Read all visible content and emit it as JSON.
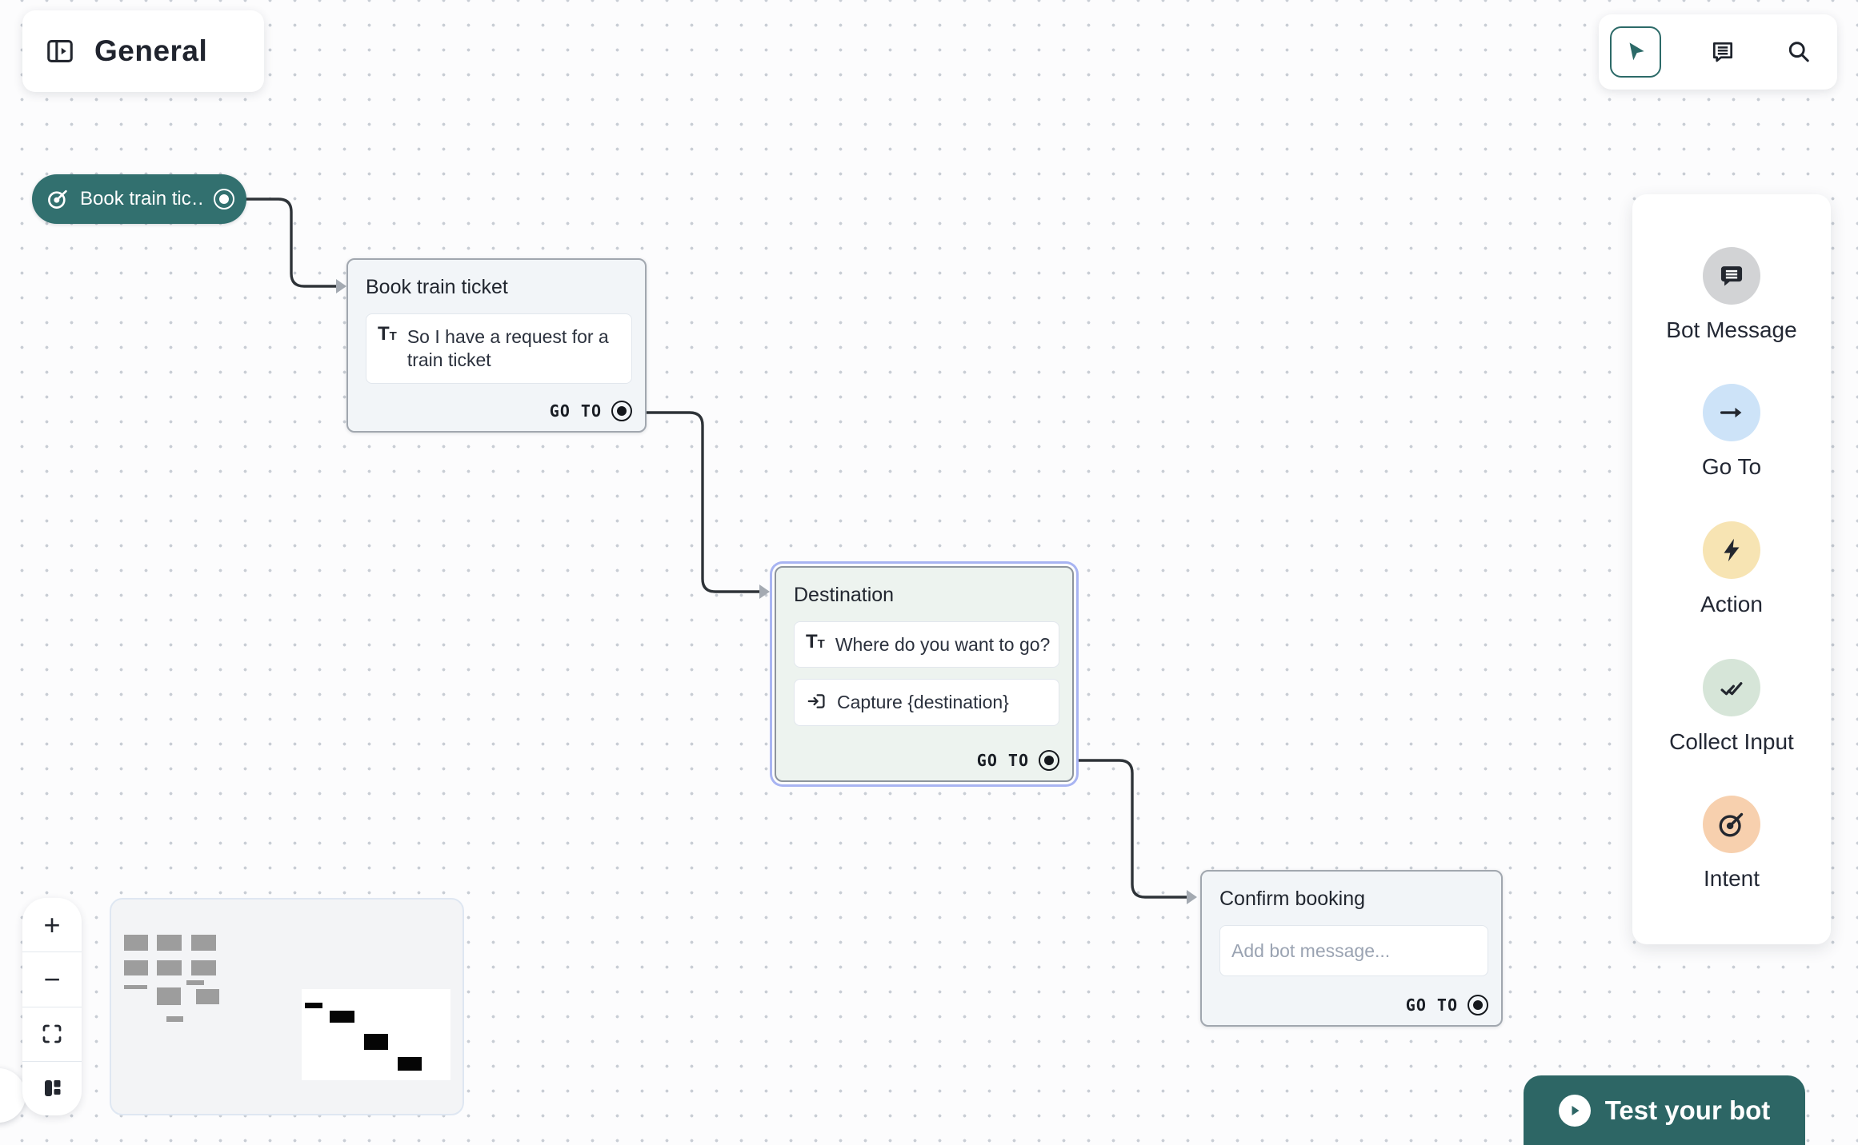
{
  "app": {
    "flow_title": "General"
  },
  "toolbar": {
    "icons": [
      {
        "name": "cursor-icon",
        "selected": true
      },
      {
        "name": "comment-icon",
        "selected": false
      },
      {
        "name": "search-icon",
        "selected": false
      }
    ]
  },
  "canvas": {
    "intent_pill": {
      "label": "Book train tic…",
      "icon": "intent-icon"
    },
    "nodes": [
      {
        "title": "Book train ticket",
        "selected": false,
        "steps": [
          {
            "icon": "text-icon",
            "text": "So I have a request for a train ticket"
          }
        ],
        "go_to_label": "GO TO"
      },
      {
        "title": "Destination",
        "selected": true,
        "steps": [
          {
            "icon": "text-icon",
            "text": "Where do you want to go?"
          },
          {
            "icon": "capture-icon",
            "text": "Capture {destination}"
          }
        ],
        "go_to_label": "GO TO"
      },
      {
        "title": "Confirm booking",
        "selected": false,
        "steps": [
          {
            "icon": "none",
            "placeholder": "Add bot message..."
          }
        ],
        "go_to_label": "GO TO"
      }
    ]
  },
  "palette": {
    "items": [
      {
        "label": "Bot Message",
        "icon": "bot-message-icon",
        "circle_color": "#d2d3d5"
      },
      {
        "label": "Go To",
        "icon": "go-to-icon",
        "circle_color": "#cde3f8"
      },
      {
        "label": "Action",
        "icon": "action-icon",
        "circle_color": "#f7e4b3"
      },
      {
        "label": "Collect Input",
        "icon": "collect-input-icon",
        "circle_color": "#d6e5d8"
      },
      {
        "label": "Intent",
        "icon": "intent-icon",
        "circle_color": "#f7d0ae"
      }
    ]
  },
  "zoom_controls": {
    "buttons": [
      {
        "name": "zoom-in",
        "glyph": "+"
      },
      {
        "name": "zoom-out",
        "glyph": "−"
      },
      {
        "name": "fit-view",
        "glyph": ""
      },
      {
        "name": "layout",
        "glyph": ""
      }
    ]
  },
  "test_button": {
    "label": "Test your bot",
    "icon": "play-icon"
  },
  "colors": {
    "accent_teal": "#2d6665",
    "pill_teal": "#32706f",
    "selection_ring": "#a8b4f2",
    "wire": "#2e3338",
    "arrowhead": "#a4aab2",
    "node_bg": "#f2f5f8",
    "selected_node_bg": "#edf3ef"
  }
}
